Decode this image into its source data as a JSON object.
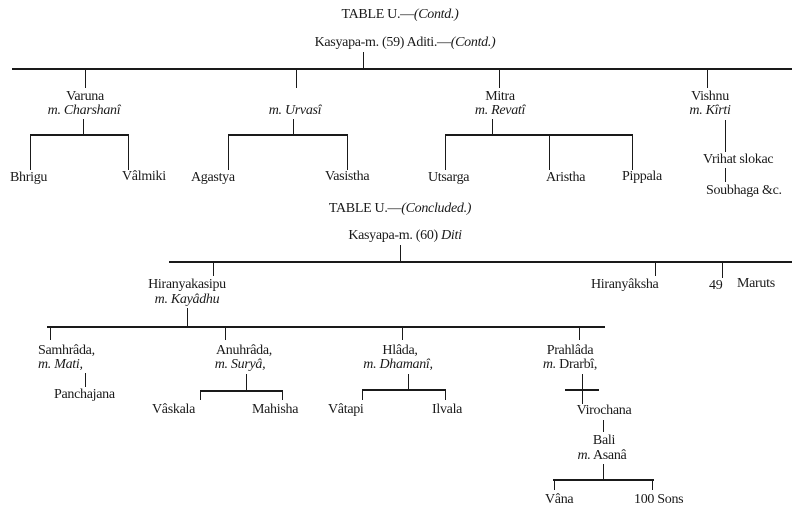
{
  "top": {
    "title": "TABLE U.—",
    "title_note": "(Contd.)",
    "root": "Kasyapa-m. (59) Aditi.—",
    "root_note": "(Contd.)",
    "varuna": {
      "name": "Varuna",
      "m": "m.",
      "wife": "Charshanî",
      "children": [
        "Bhrigu",
        "Vâlmiki"
      ]
    },
    "urvasi": {
      "m": "m.",
      "wife": "Urvasî",
      "children": [
        "Agastya",
        "Vasistha"
      ]
    },
    "mitra": {
      "name": "Mitra",
      "m": "m.",
      "wife": "Revatî",
      "children": [
        "Utsarga",
        "Aristha",
        "Pippala"
      ]
    },
    "vishnu": {
      "name": "Vishnu",
      "m": "m.",
      "wife": "Kîrti",
      "child": "Vrihat slokac",
      "grandchild": "Soubhaga &c."
    }
  },
  "bottom": {
    "title": "TABLE U.—",
    "title_note": "(Concluded.)",
    "root": "Kasyapa-m. (60)",
    "root_wife": "Diti",
    "hiranyakasipu": {
      "name": "Hiranyakasipu",
      "m": "m.",
      "wife": "Kayâdhu"
    },
    "hiranyaksha": "Hiranyâksha",
    "maruts_count": "49",
    "maruts": "Maruts",
    "samhrada": {
      "name": "Samhrâda,",
      "m": "m.",
      "wife": "Mati,",
      "child": "Panchajana"
    },
    "anuhrada": {
      "name": "Anuhrâda,",
      "m": "m.",
      "wife": "Suryâ,",
      "children": [
        "Vâskala",
        "Mahisha"
      ]
    },
    "hlada": {
      "name": "Hlâda,",
      "m": "m.",
      "wife": "Dhamanî,",
      "children": [
        "Vâtapi",
        "Ilvala"
      ]
    },
    "prahlada": {
      "name": "Prahlâda",
      "m": "m.",
      "wife": "Drarbî,",
      "child": "Virochana"
    },
    "bali": {
      "name": "Bali",
      "m": "m.",
      "wife": "Asanâ",
      "children": [
        "Vâna",
        "100 Sons"
      ]
    }
  }
}
